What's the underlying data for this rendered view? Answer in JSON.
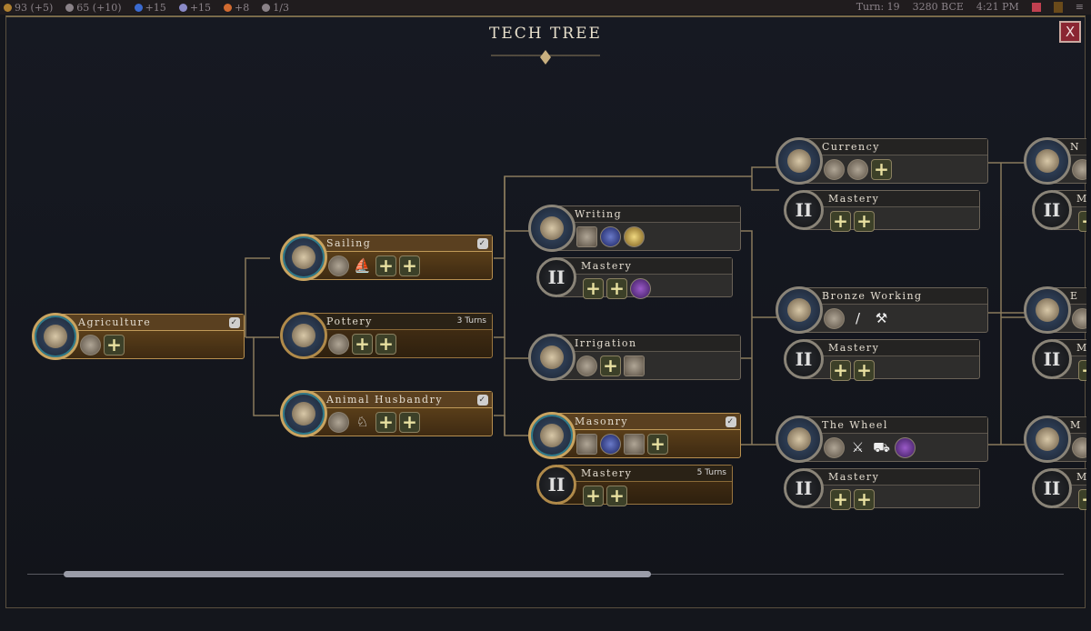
{
  "topbar": {
    "resources": [
      {
        "icon": "gold-icon",
        "value": "93 (+5)",
        "color": "#b08030"
      },
      {
        "icon": "influence-icon",
        "value": "65 (+10)",
        "color": "#8a8288"
      },
      {
        "icon": "science-icon",
        "value": "+15",
        "color": "#3a6ad0"
      },
      {
        "icon": "culture-icon",
        "value": "+15",
        "color": "#8a8ac8"
      },
      {
        "icon": "happiness-icon",
        "value": "+8",
        "color": "#d06a30"
      },
      {
        "icon": "settlement-icon",
        "value": "1/3",
        "color": "#8a8288"
      }
    ],
    "turn": "Turn: 19",
    "year": "3280 BCE",
    "time": "4:21 PM"
  },
  "title": "TECH TREE",
  "close_label": "X",
  "nodes": [
    {
      "id": "agriculture",
      "name": "Agriculture",
      "status": "researched",
      "check": true,
      "icons": [
        "granary-icon",
        "plus"
      ]
    },
    {
      "id": "sailing",
      "name": "Sailing",
      "status": "researched",
      "check": true,
      "icons": [
        "harbor-icon",
        "galley-icon",
        "plus",
        "plus"
      ]
    },
    {
      "id": "pottery",
      "name": "Pottery",
      "status": "available",
      "turns": "3 Turns",
      "icons": [
        "pottery-building-icon",
        "plus",
        "plus"
      ]
    },
    {
      "id": "animal-husbandry",
      "name": "Animal Husbandry",
      "status": "researched",
      "check": true,
      "icons": [
        "pasture-icon",
        "horse-resource-icon",
        "plus",
        "plus"
      ]
    },
    {
      "id": "writing",
      "name": "Writing",
      "status": "locked",
      "icons": [
        "library-icon",
        "scroll-icon",
        "lightbulb-icon"
      ]
    },
    {
      "id": "writing-mastery",
      "name": "Mastery",
      "mastery": true,
      "status": "locked",
      "icons": [
        "plus",
        "plus",
        "wonder-icon"
      ]
    },
    {
      "id": "irrigation",
      "name": "Irrigation",
      "status": "locked",
      "icons": [
        "farm-icon",
        "plus",
        "garden-icon"
      ]
    },
    {
      "id": "masonry",
      "name": "Masonry",
      "status": "researched",
      "check": true,
      "icons": [
        "wall-icon",
        "monument-icon",
        "temple-icon",
        "plus"
      ]
    },
    {
      "id": "masonry-mastery",
      "name": "Mastery",
      "mastery": true,
      "status": "available",
      "turns": "5 Turns",
      "icons": [
        "plus",
        "plus"
      ]
    },
    {
      "id": "currency",
      "name": "Currency",
      "status": "locked",
      "icons": [
        "market-icon",
        "bazaar-icon",
        "plus"
      ]
    },
    {
      "id": "currency-mastery",
      "name": "Mastery",
      "mastery": true,
      "status": "locked",
      "icons": [
        "plus",
        "plus"
      ]
    },
    {
      "id": "bronze-working",
      "name": "Bronze Working",
      "status": "locked",
      "icons": [
        "barracks-icon",
        "spear-icon",
        "axe-icon"
      ]
    },
    {
      "id": "bronze-working-mastery",
      "name": "Mastery",
      "mastery": true,
      "status": "locked",
      "icons": [
        "plus",
        "plus"
      ]
    },
    {
      "id": "the-wheel",
      "name": "The Wheel",
      "status": "locked",
      "icons": [
        "workshop-icon",
        "chariot-icon",
        "cart-icon",
        "wonder-icon"
      ]
    },
    {
      "id": "the-wheel-mastery",
      "name": "Mastery",
      "mastery": true,
      "status": "locked",
      "icons": [
        "plus",
        "plus"
      ]
    },
    {
      "id": "n-tech",
      "name": "N",
      "status": "locked",
      "icons": [
        "market-icon"
      ]
    },
    {
      "id": "n-mastery",
      "name": "M",
      "mastery": true,
      "status": "locked",
      "icons": [
        "plus"
      ]
    },
    {
      "id": "e-tech",
      "name": "E",
      "status": "locked",
      "icons": [
        "barracks-icon"
      ]
    },
    {
      "id": "e-mastery",
      "name": "M",
      "mastery": true,
      "status": "locked",
      "icons": [
        "plus"
      ]
    },
    {
      "id": "m-tech",
      "name": "M",
      "status": "locked",
      "icons": [
        "workshop-icon"
      ]
    },
    {
      "id": "m-mastery",
      "name": "M",
      "mastery": true,
      "status": "locked",
      "icons": [
        "plus"
      ]
    }
  ],
  "scrollbar": {
    "position_fraction": 0.0,
    "visible_fraction": 0.57
  },
  "colors": {
    "researched": "#b89050",
    "locked": "#6b6358",
    "close": "#8a2632"
  }
}
